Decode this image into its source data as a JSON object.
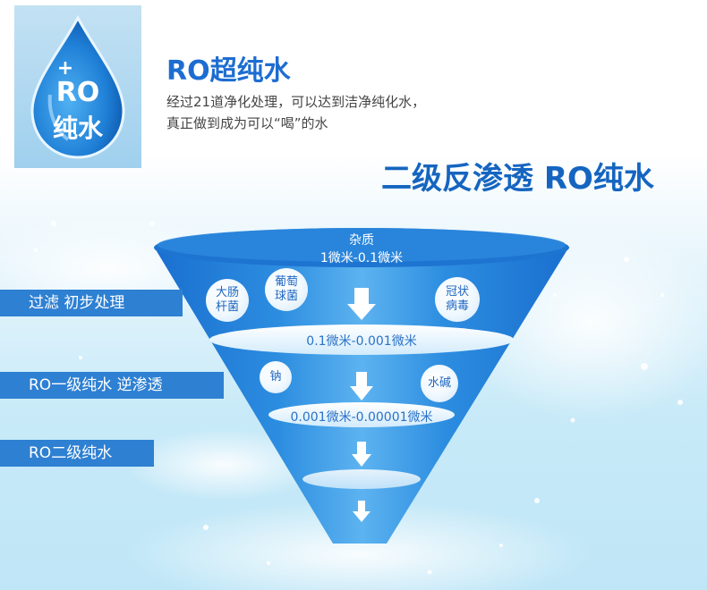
{
  "logo": {
    "plus": "+",
    "ro": "RO",
    "cn": "纯水"
  },
  "header": {
    "title": "RO超纯水",
    "desc_line1": "经过21道净化处理，可以达到洁净纯化水，",
    "desc_line2": "真正做到成为可以“喝”的水"
  },
  "headline": "二级反渗透  RO纯水",
  "stages": [
    {
      "label": "过滤 初步处理"
    },
    {
      "label": "RO一级纯水 逆渗透"
    },
    {
      "label": "RO二级纯水"
    }
  ],
  "funnel": {
    "top_label1": "杂质",
    "top_label2": "1微米-0.1微米",
    "band1": "0.1微米-0.001微米",
    "band2": "0.001微米-0.00001微米",
    "bubbles": [
      {
        "text1": "大肠",
        "text2": "杆菌"
      },
      {
        "text1": "葡萄",
        "text2": "球菌"
      },
      {
        "text1": "冠状",
        "text2": "病毒"
      },
      {
        "text1": "钠",
        "text2": ""
      },
      {
        "text1": "水碱",
        "text2": ""
      }
    ]
  },
  "colors": {
    "brand_blue": "#1d6dd1",
    "bar_blue": "#2e80d2",
    "funnel_dark": "#1a6fcf",
    "funnel_light": "#5db3f0"
  }
}
